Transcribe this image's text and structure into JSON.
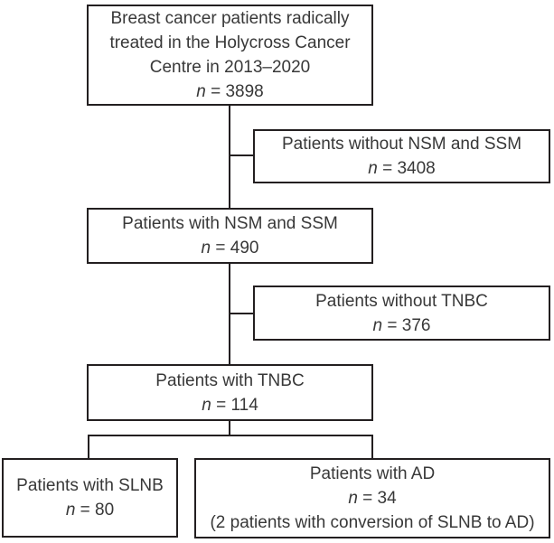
{
  "figure": {
    "type": "flowchart",
    "description": "Breast cancer patient selection flow diagram"
  },
  "colors": {
    "line_and_border": "#231f20",
    "text": "#383838",
    "background": "#ffffff"
  },
  "boxes": {
    "total": {
      "label": "Breast cancer patients radically treated in the Holycross Cancer Centre in 2013–2020",
      "n_var": "n",
      "n_value": " = 3898"
    },
    "without_nsm_ssm": {
      "label": "Patients without NSM and SSM",
      "n_var": "n",
      "n_value": " = 3408"
    },
    "with_nsm_ssm": {
      "label": "Patients with NSM and SSM",
      "n_var": "n",
      "n_value": " = 490"
    },
    "without_tnbc": {
      "label": "Patients without TNBC",
      "n_var": "n",
      "n_value": " = 376"
    },
    "with_tnbc": {
      "label": "Patients with TNBC",
      "n_var": "n",
      "n_value": " = 114"
    },
    "slnb": {
      "label": "Patients with SLNB",
      "n_var": "n",
      "n_value": " = 80"
    },
    "ad": {
      "label": "Patients with AD",
      "n_var": "n",
      "n_value": " = 34",
      "note": "(2 patients with conversion of SLNB to AD)"
    }
  }
}
